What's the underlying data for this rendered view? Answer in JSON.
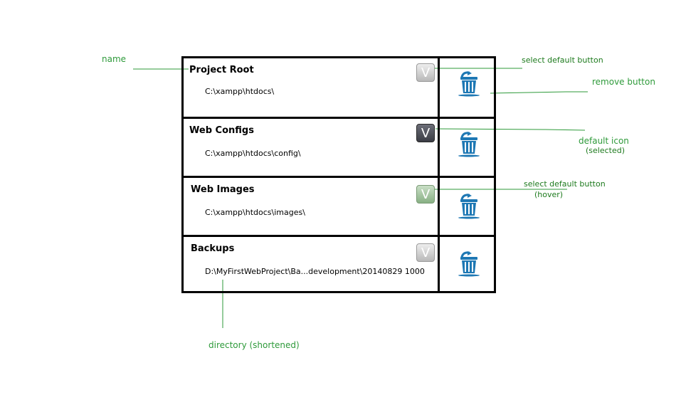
{
  "annotations": {
    "name": "name",
    "select_default_button": "select default button",
    "remove_button": "remove button",
    "default_icon": "default icon",
    "default_icon_state": "(selected)",
    "select_default_button_hover": "select default button",
    "hover_state": "(hover)",
    "directory": "directory (shortened)"
  },
  "rows": [
    {
      "name": "Project Root",
      "path": "C:\\xampp\\htdocs\\",
      "button_label": "V",
      "button_state": "normal"
    },
    {
      "name": "Web Configs",
      "path": "C:\\xampp\\htdocs\\config\\",
      "button_label": "V",
      "button_state": "selected"
    },
    {
      "name": "Web Images",
      "path": "C:\\xampp\\htdocs\\images\\",
      "button_label": "V",
      "button_state": "hover"
    },
    {
      "name": "Backups",
      "path": "D:\\MyFirstWebProject\\Ba...development\\20140829 1000",
      "button_label": "V",
      "button_state": "normal"
    }
  ],
  "icons": {
    "remove": "trash-icon",
    "select": "checkmark-v-icon"
  },
  "colors": {
    "annotation": "#2e9a3a",
    "selected_button": "#4a4c55",
    "hover_button": "#9cc097",
    "trash": "#1e78b4"
  }
}
